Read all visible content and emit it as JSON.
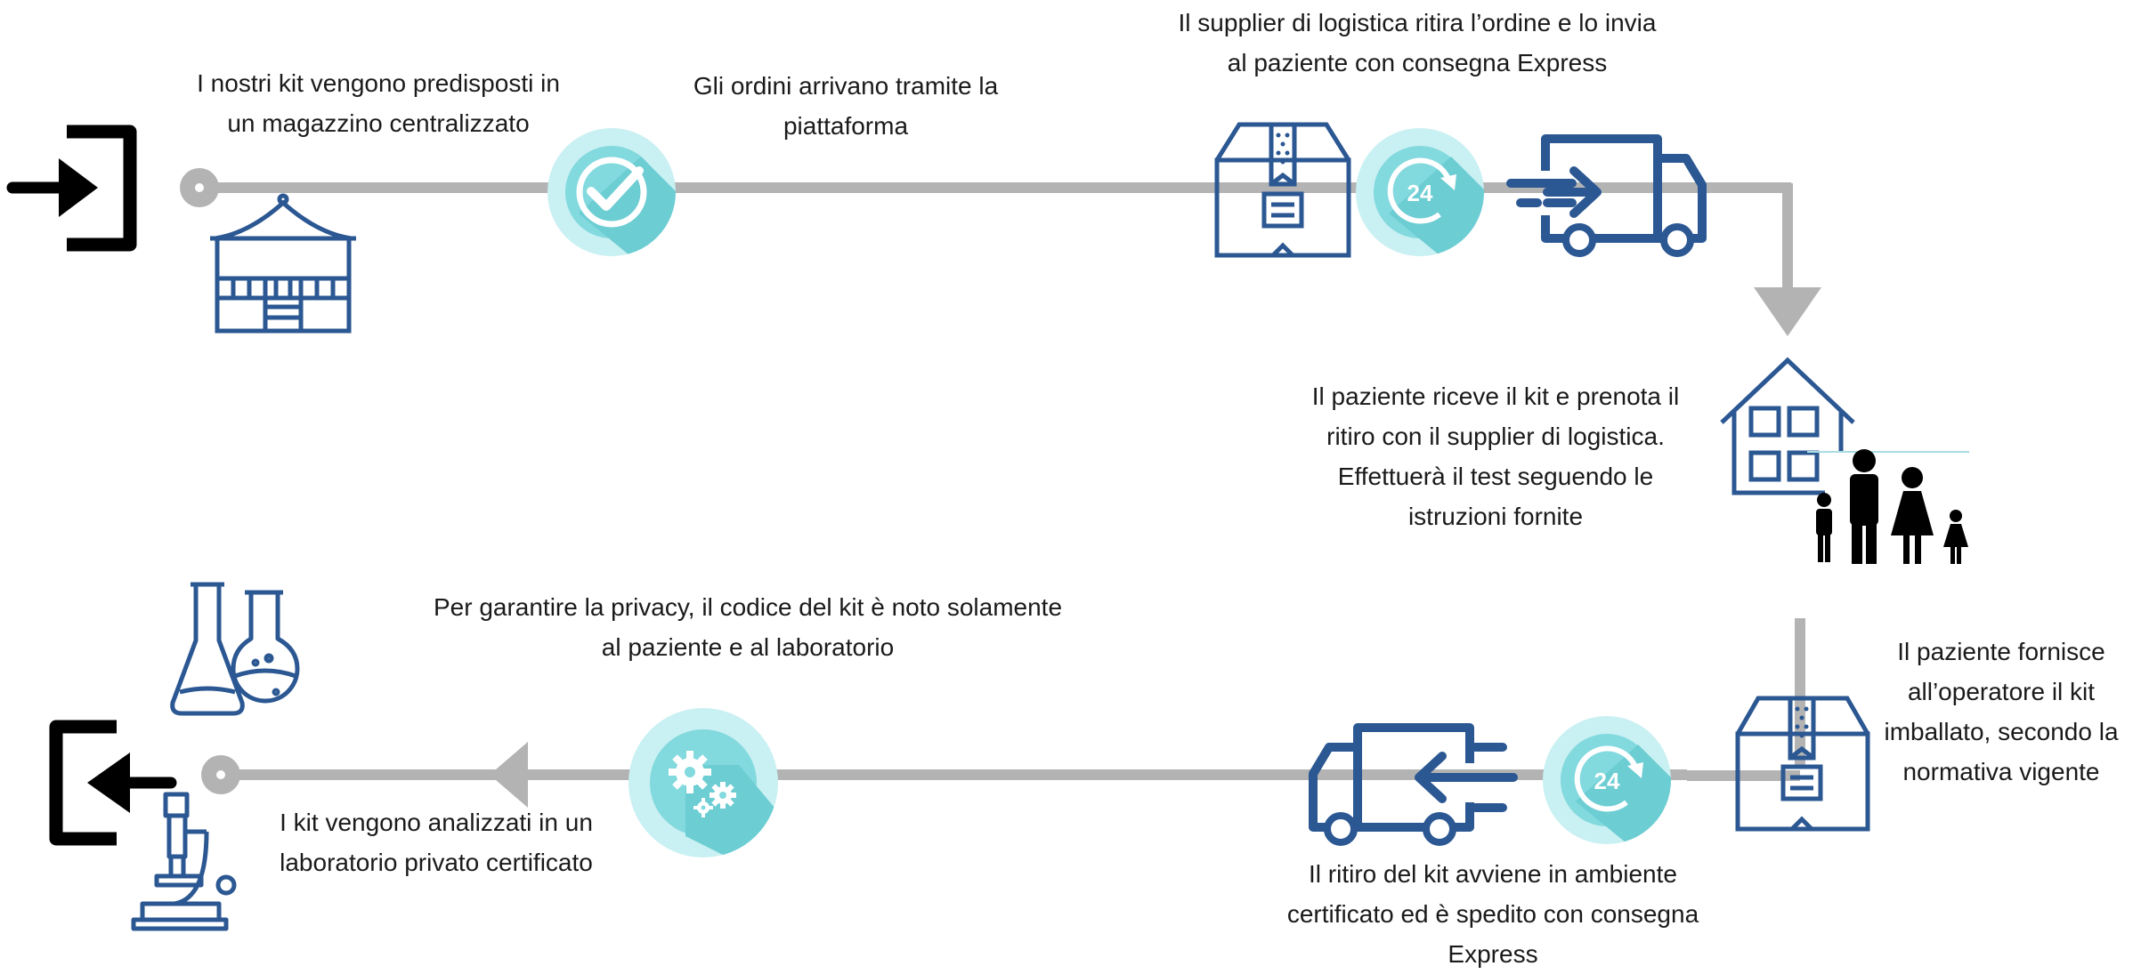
{
  "steps": {
    "warehouse": {
      "lines": [
        "I nostri kit vengono predisposti in",
        "un magazzino centralizzato"
      ]
    },
    "orders": {
      "lines": [
        "Gli ordini arrivano tramite la",
        "piattaforma"
      ]
    },
    "shipping": {
      "lines": [
        "Il supplier di logistica ritira l’ordine e lo invia",
        "al paziente con consegna Express"
      ]
    },
    "patient": {
      "lines": [
        "Il paziente riceve il kit e prenota il",
        "ritiro con il supplier di logistica.",
        "Effettuerà il test seguendo le",
        "istruzioni fornite"
      ]
    },
    "handover": {
      "lines": [
        "Il paziente fornisce",
        "all’operatore il kit",
        "imballato, secondo la",
        "normativa vigente"
      ]
    },
    "pickup": {
      "lines": [
        "Il ritiro del kit avviene in ambiente",
        "certificato ed è spedito con consegna",
        "Express"
      ]
    },
    "privacy": {
      "lines": [
        "Per garantire la privacy, il codice del kit è noto solamente",
        "al paziente e al laboratorio"
      ]
    },
    "lab": {
      "lines": [
        "I kit vengono analizzati in un",
        "laboratorio privato certificato"
      ]
    }
  },
  "badges": {
    "express_24": "24"
  },
  "icons": [
    "enter-icon",
    "exit-icon",
    "warehouse-icon",
    "check-icon",
    "package-icon",
    "clock-24-icon",
    "truck-icon",
    "house-icon",
    "family-icon",
    "gears-icon",
    "flasks-icon",
    "microscope-icon"
  ],
  "colors": {
    "line": "#b3b3b3",
    "icon_blue": "#2b5792",
    "badge_light": "#c9f0f2",
    "badge_dark": "#7fd8dd",
    "black": "#000000",
    "text": "#1a1a1a"
  }
}
